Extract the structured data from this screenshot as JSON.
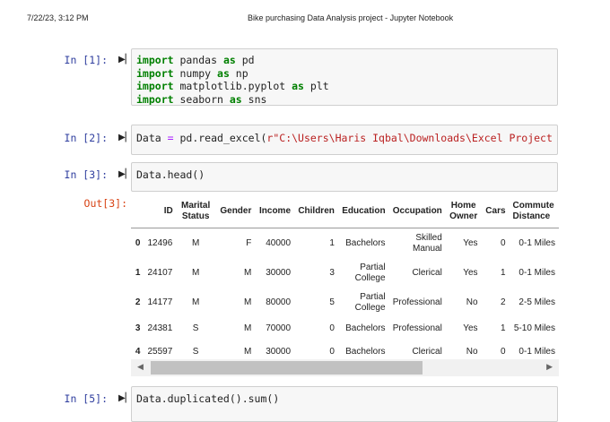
{
  "header": {
    "datetime": "7/22/23, 3:12 PM",
    "title": "Bike purchasing Data Analysis project - Jupyter Notebook"
  },
  "cells": [
    {
      "prompt": "In [1]:",
      "lines": [
        [
          "import",
          " pandas ",
          "as",
          " pd"
        ],
        [
          "import",
          " numpy ",
          "as",
          " np"
        ],
        [
          "import",
          " matplotlib.pyplot ",
          "as",
          " plt"
        ],
        [
          "import",
          " seaborn ",
          "as",
          " sns"
        ]
      ]
    },
    {
      "prompt": "In [2]:",
      "code_a": "Data ",
      "code_op": "=",
      "code_b": " pd.read_excel(",
      "code_str": "r\"C:\\Users\\Haris Iqbal\\Downloads\\Excel Project Dataset"
    },
    {
      "prompt": "In [3]:",
      "code": "Data.head()"
    },
    {
      "prompt": "In [5]:",
      "code": "Data.duplicated().sum()"
    }
  ],
  "output": {
    "prompt": "Out[3]:",
    "columns": [
      "",
      "ID",
      "Marital Status",
      "Gender",
      "Income",
      "Children",
      "Education",
      "Occupation",
      "Home Owner",
      "Cars",
      "Commute Distance"
    ],
    "rows": [
      [
        "0",
        "12496",
        "M",
        "F",
        "40000",
        "1",
        "Bachelors",
        "Skilled Manual",
        "Yes",
        "0",
        "0-1 Miles"
      ],
      [
        "1",
        "24107",
        "M",
        "M",
        "30000",
        "3",
        "Partial College",
        "Clerical",
        "Yes",
        "1",
        "0-1 Miles"
      ],
      [
        "2",
        "14177",
        "M",
        "M",
        "80000",
        "5",
        "Partial College",
        "Professional",
        "No",
        "2",
        "2-5 Miles"
      ],
      [
        "3",
        "24381",
        "S",
        "M",
        "70000",
        "0",
        "Bachelors",
        "Professional",
        "Yes",
        "1",
        "5-10 Miles"
      ],
      [
        "4",
        "25597",
        "S",
        "M",
        "30000",
        "0",
        "Bachelors",
        "Clerical",
        "No",
        "0",
        "0-1 Miles"
      ]
    ],
    "scroll_fraction": 0.7
  },
  "icons": {
    "run": "run-cell-icon",
    "left": "scroll-left-icon",
    "right": "scroll-right-icon"
  }
}
